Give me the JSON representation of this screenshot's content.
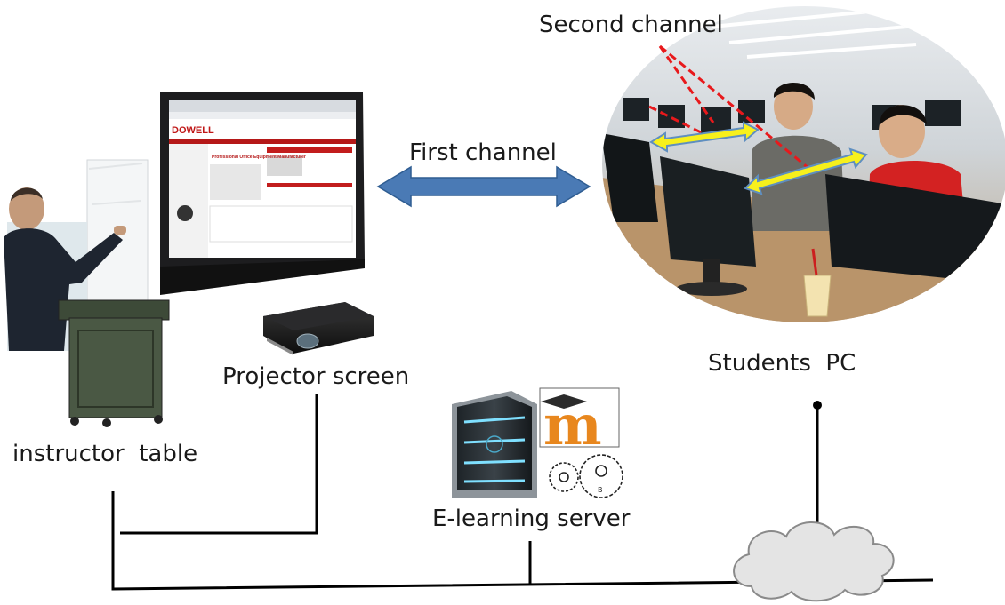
{
  "labels": {
    "second_channel": "Second channel",
    "first_channel": "First channel",
    "students_pc": "Students  PC",
    "projector_screen": "Projector screen",
    "instructor_table": "instructor  table",
    "elearning_server": "E-learning server"
  },
  "screen_content": {
    "brand": "DOWELL",
    "headline": "Professional Office Equipment Manufacturer"
  },
  "server_logo": {
    "letter": "m",
    "gear_mark": "B"
  },
  "colors": {
    "line": "#000000",
    "first_channel_arrow": "#4a7ab5",
    "second_channel_dash": "#e8191c",
    "student_arrows": "#f7f01c",
    "cloud_fill": "#e4e4e4",
    "moodle_orange": "#e8871e"
  }
}
